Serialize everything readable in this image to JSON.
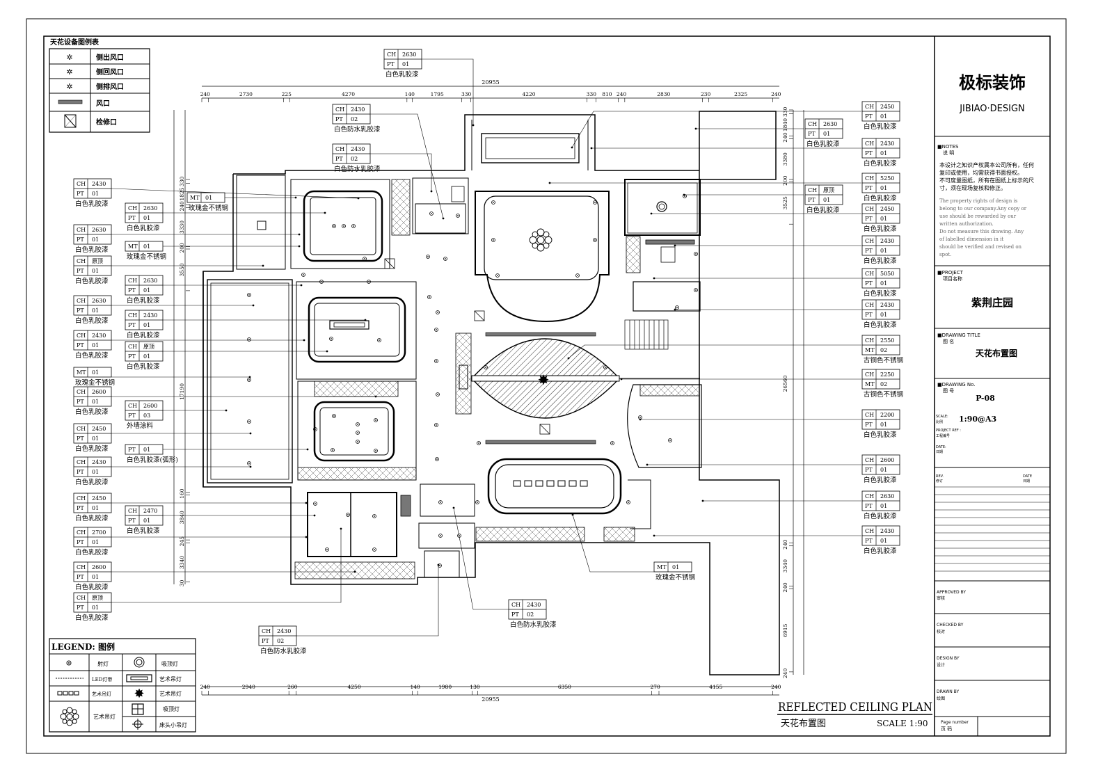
{
  "title_block": {
    "company_cn": "极标装饰",
    "company_en": "JIBIAO·DESIGN",
    "notes_label": "■NOTES",
    "notes_label_cn": "说 明",
    "notes_cn": [
      "本设计之知识产权属本公司所有，任何",
      "复印或使用，均需获得书面授权。",
      "不可度量图纸，所有在图纸上标示的尺",
      "寸，须在现场复核和修正。"
    ],
    "notes_en": [
      "The property rights of design is",
      "belong to our company.Any copy or",
      "use should be rewarded by our",
      "written authorization.",
      "Do not measure this drawing. Any",
      "of labelled dimension in it",
      "should be verified and revised on",
      "spot."
    ],
    "project_label": "■PROJECT",
    "project_label_cn": "项目名称",
    "project": "紫荆庄园",
    "drawing_title_label": "■DRAWING TITLE",
    "drawing_title_label_cn": "图 名",
    "drawing_title": "天花布置图",
    "drawing_no_label": "■DRAWING No.",
    "drawing_no_label_cn": "图 号",
    "drawing_no": "P-08",
    "scale_label": "SCALE:",
    "scale_label_cn": "比例",
    "scale": "1:90@A3",
    "project_ref_label": "PROJECT REF :",
    "project_ref_label_cn": "工程编号",
    "date_label": "DATE:",
    "date_label_cn": "日期",
    "rev_label": "REV.",
    "rev_label_cn": "修订",
    "date2_label": "DATE",
    "date2_label_cn": "日期",
    "approved_label": "APPROVED BY",
    "approved_label_cn": "审核",
    "checked_label": "CHECKED BY",
    "checked_label_cn": "校对",
    "design_label": "DESIGN BY",
    "design_label_cn": "设计",
    "drawn_label": "DRAWN BY",
    "drawn_label_cn": "绘图",
    "page_label": "Page number",
    "page_label_cn": "页 码"
  },
  "plan_title": {
    "en": "REFLECTED CEILING PLAN",
    "cn": "天花布置图",
    "scale": "SCALE 1:90"
  },
  "equipment_legend": {
    "title": "天花设备图例表",
    "items": [
      "侧出风口",
      "侧回风口",
      "侧排风口",
      "风口",
      "检修口"
    ]
  },
  "light_legend": {
    "title": "LEGEND: 图例",
    "items": [
      "射灯",
      "吸顶灯",
      "LED灯带",
      "艺术吊灯",
      "艺术吊灯",
      "艺术吊灯",
      "艺术吊灯",
      "吸顶灯",
      "床头小吊灯"
    ]
  },
  "dimensions": {
    "top_overall": "20955",
    "top": [
      "240",
      "2730",
      "225",
      "4270",
      "140",
      "1795",
      "330",
      "4220",
      "330",
      "810",
      "240",
      "2830",
      "230",
      "2325",
      "240"
    ],
    "bottom_overall": "20955",
    "bottom": [
      "240",
      "2940",
      "260",
      "4250",
      "140",
      "1980",
      "130",
      "6350",
      "270",
      "4155",
      "240"
    ],
    "left": [
      "330",
      "1825",
      "240",
      "3330",
      "200",
      "3550",
      "17190",
      "160",
      "3840",
      "245",
      "3340",
      "30"
    ],
    "right": [
      "330",
      "1840",
      "240",
      "3380",
      "200",
      "3525",
      "26560",
      "240",
      "3340",
      "240",
      "6915",
      "240"
    ]
  },
  "tags": [
    {
      "r1": [
        "CH",
        "2630"
      ],
      "r2": [
        "PT",
        "01"
      ],
      "d": "白色乳胶漆"
    },
    {
      "r1": [
        "CH",
        "2430"
      ],
      "r2": [
        "PT",
        "02"
      ],
      "d": "白色防水乳胶漆"
    },
    {
      "r1": [
        "CH",
        "2430"
      ],
      "r2": [
        "PT",
        "02"
      ],
      "d": "白色防水乳胶漆"
    },
    {
      "r1": [
        "CH",
        "2430"
      ],
      "r2": [
        "PT",
        "01"
      ],
      "d": "白色乳胶漆"
    },
    {
      "r1": [
        "MT",
        "01"
      ],
      "r2": null,
      "d": "玫瑰金不锈钢"
    },
    {
      "r1": [
        "CH",
        "2630"
      ],
      "r2": [
        "PT",
        "01"
      ],
      "d": "白色乳胶漆"
    },
    {
      "r1": [
        "CH",
        "2630"
      ],
      "r2": [
        "PT",
        "01"
      ],
      "d": "白色乳胶漆"
    },
    {
      "r1": [
        "MT",
        "01"
      ],
      "r2": null,
      "d": "玫瑰金不锈钢"
    },
    {
      "r1": [
        "CH",
        "原顶"
      ],
      "r2": [
        "PT",
        "01"
      ],
      "d": "白色乳胶漆"
    },
    {
      "r1": [
        "CH",
        "2630"
      ],
      "r2": [
        "PT",
        "01"
      ],
      "d": "白色乳胶漆"
    },
    {
      "r1": [
        "CH",
        "2630"
      ],
      "r2": [
        "PT",
        "01"
      ],
      "d": "白色乳胶漆"
    },
    {
      "r1": [
        "CH",
        "2430"
      ],
      "r2": [
        "PT",
        "01"
      ],
      "d": "白色乳胶漆"
    },
    {
      "r1": [
        "CH",
        "2430"
      ],
      "r2": [
        "PT",
        "01"
      ],
      "d": "白色乳胶漆"
    },
    {
      "r1": [
        "CH",
        "原顶"
      ],
      "r2": [
        "PT",
        "01"
      ],
      "d": "白色乳胶漆"
    },
    {
      "r1": [
        "MT",
        "01"
      ],
      "r2": null,
      "d": "玫瑰金不锈钢"
    },
    {
      "r1": [
        "CH",
        "2600"
      ],
      "r2": [
        "PT",
        "01"
      ],
      "d": "白色乳胶漆"
    },
    {
      "r1": [
        "CH",
        "2600"
      ],
      "r2": [
        "PT",
        "03"
      ],
      "d": "外墙涂料"
    },
    {
      "r1": [
        "CH",
        "2450"
      ],
      "r2": [
        "PT",
        "01"
      ],
      "d": "白色乳胶漆"
    },
    {
      "r1": [
        "PT",
        "01"
      ],
      "r2": null,
      "d": "白色乳胶漆(弧形)"
    },
    {
      "r1": [
        "CH",
        "2430"
      ],
      "r2": [
        "PT",
        "01"
      ],
      "d": "白色乳胶漆"
    },
    {
      "r1": [
        "CH",
        "2450"
      ],
      "r2": [
        "PT",
        "01"
      ],
      "d": "白色乳胶漆"
    },
    {
      "r1": [
        "CH",
        "2470"
      ],
      "r2": [
        "PT",
        "01"
      ],
      "d": "白色乳胶漆"
    },
    {
      "r1": [
        "CH",
        "2700"
      ],
      "r2": [
        "PT",
        "01"
      ],
      "d": "白色乳胶漆"
    },
    {
      "r1": [
        "CH",
        "2600"
      ],
      "r2": [
        "PT",
        "01"
      ],
      "d": "白色乳胶漆"
    },
    {
      "r1": [
        "CH",
        "原顶"
      ],
      "r2": [
        "PT",
        "01"
      ],
      "d": "白色乳胶漆"
    },
    {
      "r1": [
        "CH",
        "2430"
      ],
      "r2": [
        "PT",
        "02"
      ],
      "d": "白色防水乳胶漆"
    },
    {
      "r1": [
        "CH",
        "2430"
      ],
      "r2": [
        "PT",
        "02"
      ],
      "d": "白色防水乳胶漆"
    },
    {
      "r1": [
        "MT",
        "01"
      ],
      "r2": null,
      "d": "玫瑰金不锈钢"
    },
    {
      "r1": [
        "CH",
        "2450"
      ],
      "r2": [
        "PT",
        "01"
      ],
      "d": "白色乳胶漆"
    },
    {
      "r1": [
        "CH",
        "2630"
      ],
      "r2": [
        "PT",
        "01"
      ],
      "d": "白色乳胶漆"
    },
    {
      "r1": [
        "CH",
        "2430"
      ],
      "r2": [
        "PT",
        "01"
      ],
      "d": "白色乳胶漆"
    },
    {
      "r1": [
        "CH",
        "原顶"
      ],
      "r2": [
        "PT",
        "01"
      ],
      "d": "白色乳胶漆"
    },
    {
      "r1": [
        "CH",
        "5250"
      ],
      "r2": [
        "PT",
        "01"
      ],
      "d": "白色乳胶漆"
    },
    {
      "r1": [
        "CH",
        "2450"
      ],
      "r2": [
        "PT",
        "01"
      ],
      "d": "白色乳胶漆"
    },
    {
      "r1": [
        "CH",
        "2430"
      ],
      "r2": [
        "PT",
        "01"
      ],
      "d": "白色乳胶漆"
    },
    {
      "r1": [
        "CH",
        "5050"
      ],
      "r2": [
        "PT",
        "01"
      ],
      "d": "白色乳胶漆"
    },
    {
      "r1": [
        "CH",
        "2430"
      ],
      "r2": [
        "PT",
        "01"
      ],
      "d": "白色乳胶漆"
    },
    {
      "r1": [
        "CH",
        "2550"
      ],
      "r2": [
        "MT",
        "02"
      ],
      "d": "古铜色不锈钢"
    },
    {
      "r1": [
        "CH",
        "2250"
      ],
      "r2": [
        "MT",
        "02"
      ],
      "d": "古铜色不锈钢"
    },
    {
      "r1": [
        "CH",
        "2200"
      ],
      "r2": [
        "PT",
        "01"
      ],
      "d": "白色乳胶漆"
    },
    {
      "r1": [
        "CH",
        "2600"
      ],
      "r2": [
        "PT",
        "01"
      ],
      "d": "白色乳胶漆"
    },
    {
      "r1": [
        "CH",
        "2630"
      ],
      "r2": [
        "PT",
        "01"
      ],
      "d": "白色乳胶漆"
    },
    {
      "r1": [
        "CH",
        "2430"
      ],
      "r2": [
        "PT",
        "01"
      ],
      "d": "白色乳胶漆"
    }
  ]
}
